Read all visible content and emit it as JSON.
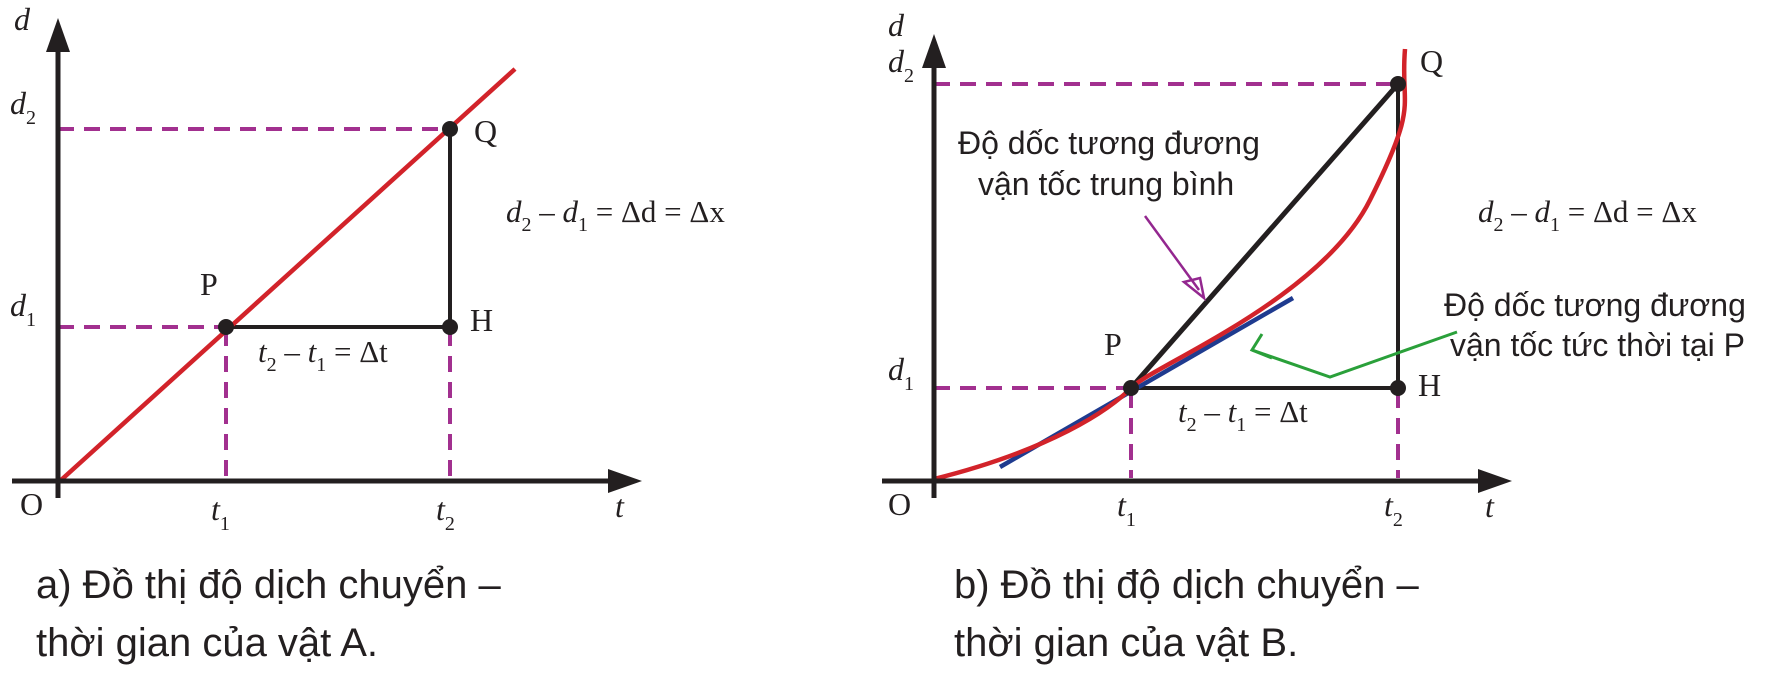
{
  "colors": {
    "axis": "#231f20",
    "red_curve": "#d2232a",
    "magenta_dash": "#a2308f",
    "blue_tangent": "#1f3b8f",
    "green_arrow": "#2aa03a",
    "purple_arrow": "#93278f"
  },
  "labels": {
    "origin": "O",
    "d": "d",
    "t": "t",
    "d_sub1": "1",
    "d_sub2": "2",
    "t_sub1": "1",
    "t_sub2": "2",
    "P": "P",
    "Q": "Q",
    "H": "H"
  },
  "formulas": {
    "dd_d2": "d",
    "dd_sub2": "2",
    "dd_minus": " – ",
    "dd_d1": "d",
    "dd_sub1": "1",
    "dd_rest": " = Δd = Δx",
    "dt_t2": "t",
    "dt_sub2": "2",
    "dt_minus": " – ",
    "dt_t1": "t",
    "dt_sub1": "1",
    "dt_rest": " = Δt"
  },
  "annotations": {
    "avg_line1": "Độ dốc tương đương",
    "avg_line2": "vận tốc trung bình",
    "inst_line1": "Độ dốc tương đương",
    "inst_line2": "vận tốc tức thời tại P"
  },
  "captions": {
    "a_line1": "a) Đồ thị độ dịch chuyển –",
    "a_line2": "thời gian của vật A.",
    "b_line1": "b) Đồ thị độ dịch chuyển –",
    "b_line2": "thời gian của vật B."
  }
}
